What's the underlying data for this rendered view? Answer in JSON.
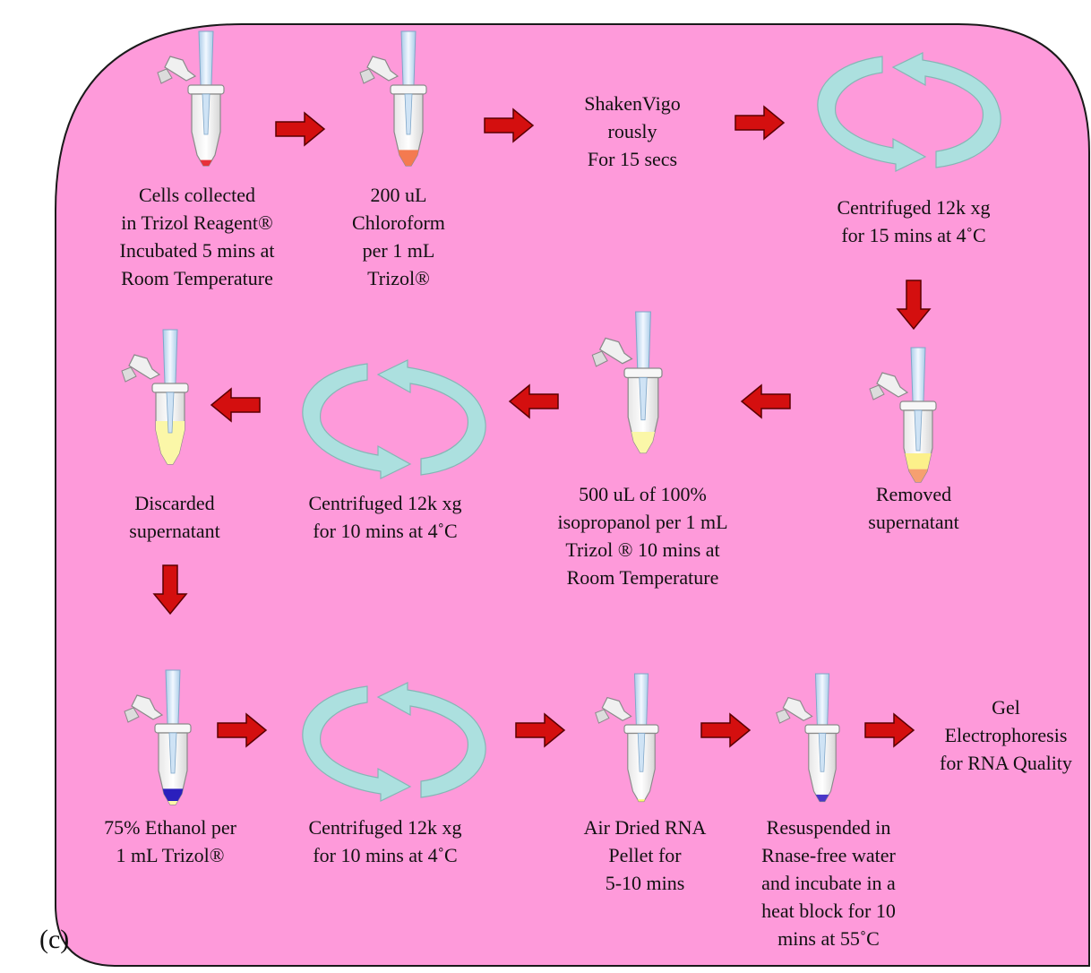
{
  "panel_label": "(c)",
  "colors": {
    "panel_fill": "#fe9ada",
    "arrow_red": "#d40f0f",
    "rotor_teal": "#a8e4e0"
  },
  "steps": [
    {
      "id": "s1",
      "label": "Cells collected\nin Trizol Reagent®\nIncubated 5 mins at\nRoom Temperature",
      "icon": "tube-icon"
    },
    {
      "id": "s2",
      "label": "200 uL\nChloroform\nper 1 mL\nTrizol®",
      "icon": "tube-icon"
    },
    {
      "id": "s3",
      "label": "ShakenVigo\nrously\nFor 15 secs",
      "icon": ""
    },
    {
      "id": "s4",
      "label": "Centrifuged 12k xg\nfor 15 mins at 4˚C",
      "icon": "centrifuge-icon"
    },
    {
      "id": "s5",
      "label": "Removed\nsupernatant",
      "icon": "tube-icon"
    },
    {
      "id": "s6",
      "label": "500 uL of 100%\nisopropanol per 1 mL\nTrizol ® 10 mins at\nRoom Temperature",
      "icon": "tube-icon"
    },
    {
      "id": "s7",
      "label": "Centrifuged 12k xg\nfor 10 mins at 4˚C",
      "icon": "centrifuge-icon"
    },
    {
      "id": "s8",
      "label": "Discarded\nsupernatant",
      "icon": "tube-icon"
    },
    {
      "id": "s9",
      "label": "75% Ethanol per\n1 mL Trizol®",
      "icon": "tube-icon"
    },
    {
      "id": "s10",
      "label": "Centrifuged 12k xg\nfor 10 mins at 4˚C",
      "icon": "centrifuge-icon"
    },
    {
      "id": "s11",
      "label": "Air Dried RNA\nPellet for\n5-10 mins",
      "icon": "tube-icon"
    },
    {
      "id": "s12",
      "label": "Resuspended in\nRnase-free water\nand incubate in a\nheat block for 10\nmins at 55˚C",
      "icon": "tube-icon"
    },
    {
      "id": "s13",
      "label": "Gel\nElectrophoresis\nfor RNA Quality",
      "icon": ""
    }
  ]
}
